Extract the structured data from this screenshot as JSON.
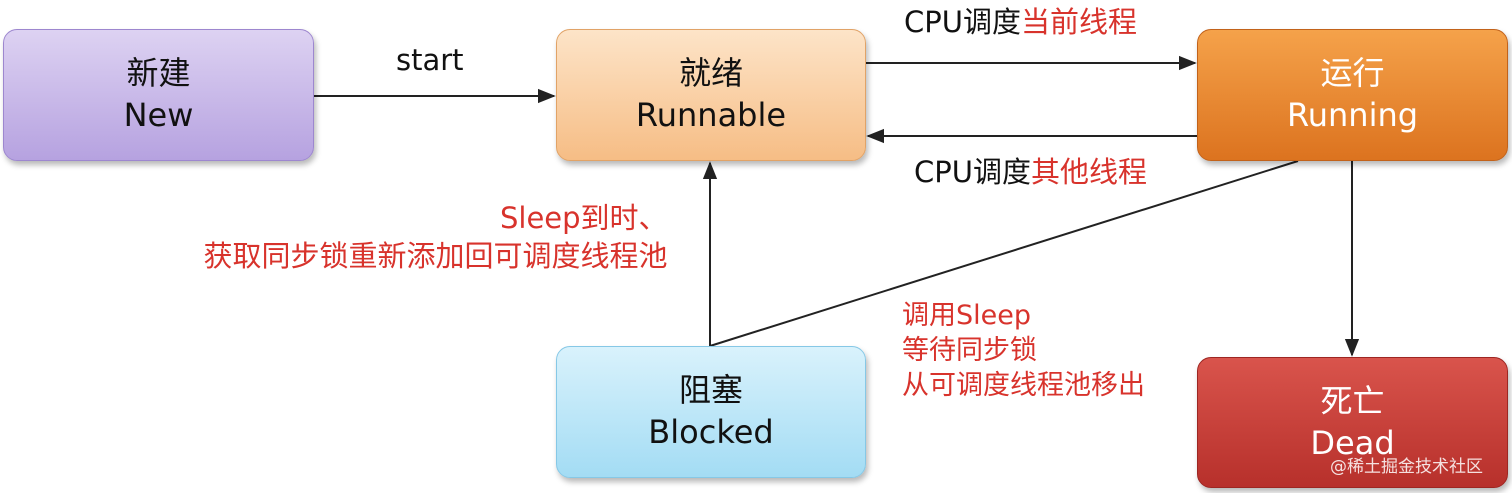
{
  "states": {
    "new": {
      "zh": "新建",
      "en": "New"
    },
    "ready": {
      "zh": "就绪",
      "en": "Runnable"
    },
    "running": {
      "zh": "运行",
      "en": "Running"
    },
    "blocked": {
      "zh": "阻塞",
      "en": "Blocked"
    },
    "dead": {
      "zh": "死亡",
      "en": "Dead"
    }
  },
  "edges": {
    "start": "start",
    "cpu_current": {
      "prefix": "CPU调度",
      "highlight": "当前线程"
    },
    "cpu_other": {
      "prefix": "CPU调度",
      "highlight": "其他线程"
    },
    "wake": {
      "line1": "Sleep到时、",
      "line2": "获取同步锁重新添加回可调度线程池"
    },
    "block": {
      "line1": "调用Sleep",
      "line2": "等待同步锁",
      "line3": "从可调度线程池移出"
    }
  },
  "watermark": "@稀土掘金技术社区",
  "colors": {
    "arrow": "#222222",
    "label_red": "#d8332c",
    "new": "#c7b7e8",
    "ready": "#f9cf9f",
    "running": "#e8852f",
    "blocked": "#bfe7f8",
    "dead": "#c7413a"
  }
}
